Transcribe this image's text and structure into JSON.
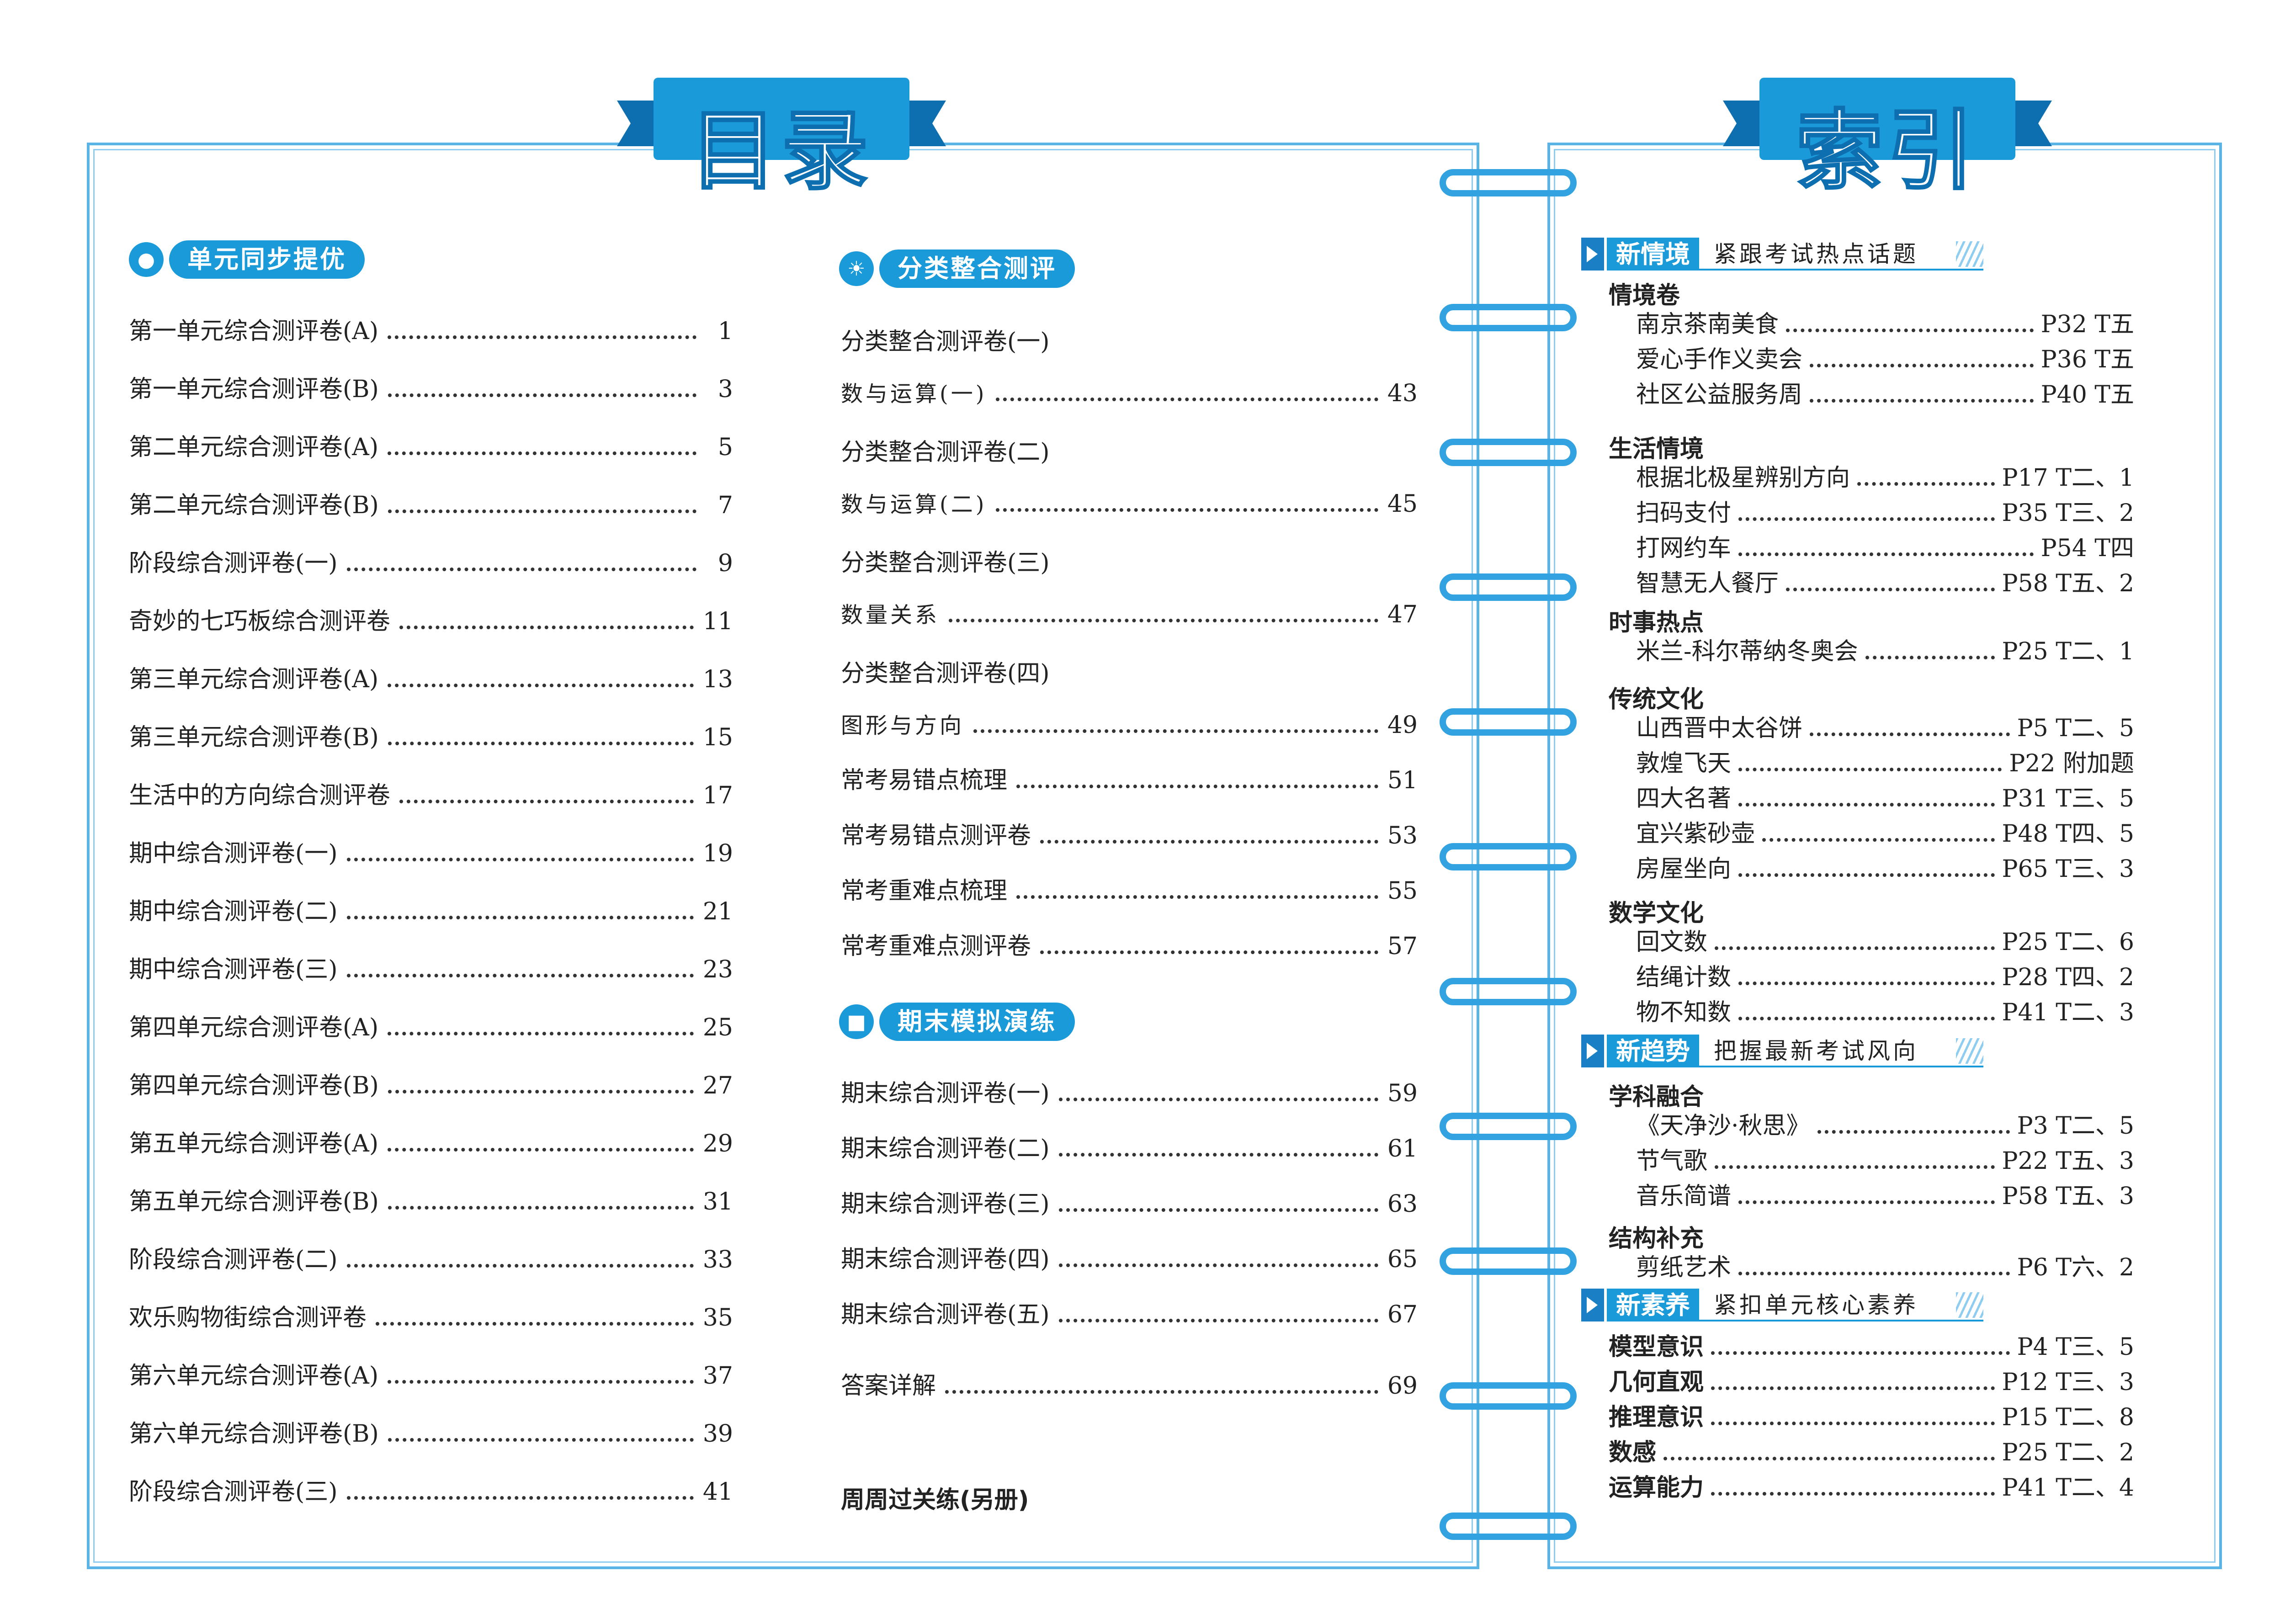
{
  "toc": {
    "title": "目录",
    "sections": [
      {
        "name": "单元同步提优",
        "icon": "location-pin-icon"
      },
      {
        "name": "分类整合测评",
        "icon": "lightbulb-icon"
      },
      {
        "name": "期末模拟演练",
        "icon": "clapperboard-icon"
      }
    ],
    "col1": [
      {
        "label": "第一单元综合测评卷(A)",
        "page": "1"
      },
      {
        "label": "第一单元综合测评卷(B)",
        "page": "3"
      },
      {
        "label": "第二单元综合测评卷(A)",
        "page": "5"
      },
      {
        "label": "第二单元综合测评卷(B)",
        "page": "7"
      },
      {
        "label": "阶段综合测评卷(一)",
        "page": "9"
      },
      {
        "label": "奇妙的七巧板综合测评卷",
        "page": "11"
      },
      {
        "label": "第三单元综合测评卷(A)",
        "page": "13"
      },
      {
        "label": "第三单元综合测评卷(B)",
        "page": "15"
      },
      {
        "label": "生活中的方向综合测评卷",
        "page": "17"
      },
      {
        "label": "期中综合测评卷(一)",
        "page": "19"
      },
      {
        "label": "期中综合测评卷(二)",
        "page": "21"
      },
      {
        "label": "期中综合测评卷(三)",
        "page": "23"
      },
      {
        "label": "第四单元综合测评卷(A)",
        "page": "25"
      },
      {
        "label": "第四单元综合测评卷(B)",
        "page": "27"
      },
      {
        "label": "第五单元综合测评卷(A)",
        "page": "29"
      },
      {
        "label": "第五单元综合测评卷(B)",
        "page": "31"
      },
      {
        "label": "阶段综合测评卷(二)",
        "page": "33"
      },
      {
        "label": "欢乐购物街综合测评卷",
        "page": "35"
      },
      {
        "label": "第六单元综合测评卷(A)",
        "page": "37"
      },
      {
        "label": "第六单元综合测评卷(B)",
        "page": "39"
      },
      {
        "label": "阶段综合测评卷(三)",
        "page": "41"
      }
    ],
    "col2_headings": [
      "分类整合测评卷(一)",
      "分类整合测评卷(二)",
      "分类整合测评卷(三)",
      "分类整合测评卷(四)"
    ],
    "col2_subs": [
      {
        "label": "数与运算(一)",
        "page": "43"
      },
      {
        "label": "数与运算(二)",
        "page": "45"
      },
      {
        "label": "数量关系",
        "page": "47"
      },
      {
        "label": "图形与方向",
        "page": "49"
      }
    ],
    "col2_extra": [
      {
        "label": "常考易错点梳理",
        "page": "51"
      },
      {
        "label": "常考易错点测评卷",
        "page": "53"
      },
      {
        "label": "常考重难点梳理",
        "page": "55"
      },
      {
        "label": "常考重难点测评卷",
        "page": "57"
      }
    ],
    "col2_final": [
      {
        "label": "期末综合测评卷(一)",
        "page": "59"
      },
      {
        "label": "期末综合测评卷(二)",
        "page": "61"
      },
      {
        "label": "期末综合测评卷(三)",
        "page": "63"
      },
      {
        "label": "期末综合测评卷(四)",
        "page": "65"
      },
      {
        "label": "期末综合测评卷(五)",
        "page": "67"
      }
    ],
    "answers": {
      "label": "答案详解",
      "page": "69"
    },
    "weekly": "周周过关练(另册)"
  },
  "index": {
    "title": "索引",
    "groups": [
      {
        "tag": "新情境",
        "subtitle": "紧跟考试热点话题",
        "cats": [
          {
            "name": "情境卷",
            "items": [
              {
                "label": "南京茶南美食",
                "ref": "P32 T五"
              },
              {
                "label": "爱心手作义卖会",
                "ref": "P36 T五"
              },
              {
                "label": "社区公益服务周",
                "ref": "P40 T五"
              }
            ]
          },
          {
            "name": "生活情境",
            "items": [
              {
                "label": "根据北极星辨别方向",
                "ref": "P17 T二、1"
              },
              {
                "label": "扫码支付",
                "ref": "P35 T三、2"
              },
              {
                "label": "打网约车",
                "ref": "P54 T四"
              },
              {
                "label": "智慧无人餐厅",
                "ref": "P58 T五、2"
              }
            ]
          },
          {
            "name": "时事热点",
            "items": [
              {
                "label": "米兰-科尔蒂纳冬奥会",
                "ref": "P25 T二、1"
              }
            ]
          },
          {
            "name": "传统文化",
            "items": [
              {
                "label": "山西晋中太谷饼",
                "ref": "P5 T二、5"
              },
              {
                "label": "敦煌飞天",
                "ref": "P22 附加题"
              },
              {
                "label": "四大名著",
                "ref": "P31 T三、5"
              },
              {
                "label": "宜兴紫砂壶",
                "ref": "P48 T四、5"
              },
              {
                "label": "房屋坐向",
                "ref": "P65 T三、3"
              }
            ]
          },
          {
            "name": "数学文化",
            "items": [
              {
                "label": "回文数",
                "ref": "P25 T二、6"
              },
              {
                "label": "结绳计数",
                "ref": "P28 T四、2"
              },
              {
                "label": "物不知数",
                "ref": "P41 T二、3"
              }
            ]
          }
        ]
      },
      {
        "tag": "新趋势",
        "subtitle": "把握最新考试风向",
        "cats": [
          {
            "name": "学科融合",
            "items": [
              {
                "label": "《天净沙·秋思》",
                "ref": "P3 T二、5"
              },
              {
                "label": "节气歌",
                "ref": "P22 T五、3"
              },
              {
                "label": "音乐简谱",
                "ref": "P58 T五、3"
              }
            ]
          },
          {
            "name": "结构补充",
            "items": [
              {
                "label": "剪纸艺术",
                "ref": "P6 T六、2"
              }
            ]
          }
        ]
      },
      {
        "tag": "新素养",
        "subtitle": "紧扣单元核心素养",
        "top": [
          {
            "label": "模型意识",
            "ref": "P4 T三、5"
          },
          {
            "label": "几何直观",
            "ref": "P12 T三、3"
          },
          {
            "label": "推理意识",
            "ref": "P15 T二、8"
          },
          {
            "label": "数感",
            "ref": "P25 T二、2"
          },
          {
            "label": "运算能力",
            "ref": "P41 T二、4"
          }
        ]
      }
    ]
  },
  "colors": {
    "accent": "#1a9ad9",
    "border": "#5ab4e6",
    "dark_blue": "#0d6fb0"
  }
}
